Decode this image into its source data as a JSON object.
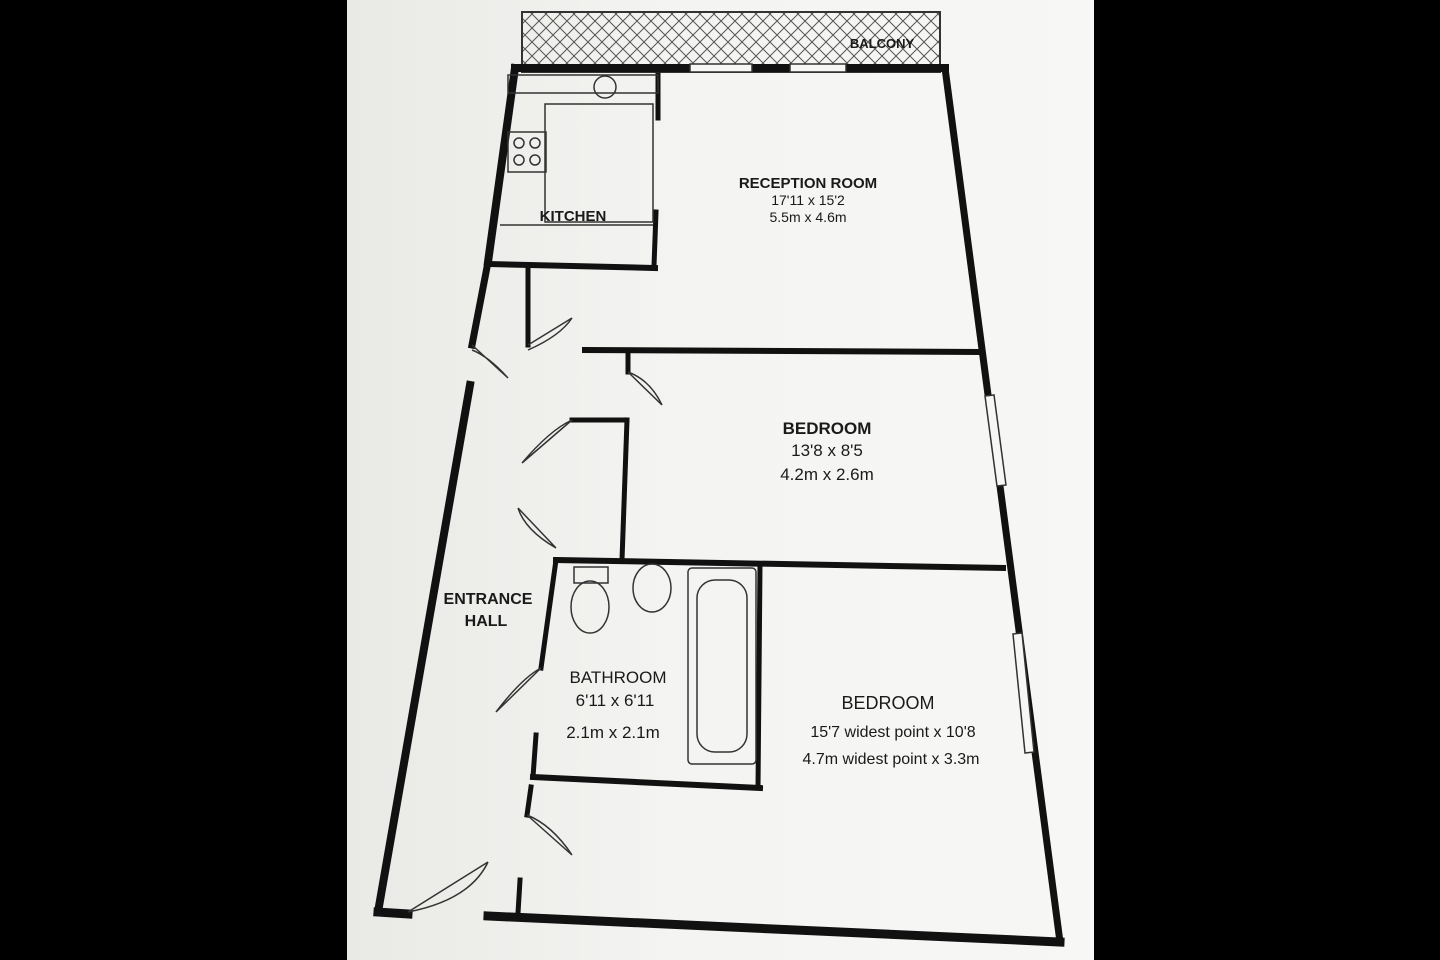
{
  "floorplan": {
    "balcony": {
      "name": "BALCONY"
    },
    "kitchen": {
      "name": "KITCHEN"
    },
    "reception": {
      "name": "RECEPTION ROOM",
      "size_imperial": "17'11 x 15'2",
      "size_metric": "5.5m x 4.6m"
    },
    "bedroom1": {
      "name": "BEDROOM",
      "size_imperial": "13'8 x 8'5",
      "size_metric": "4.2m x 2.6m"
    },
    "hall": {
      "name_line1": "ENTRANCE",
      "name_line2": "HALL"
    },
    "bathroom": {
      "name": "BATHROOM",
      "size_imperial": "6'11 x 6'11",
      "size_metric": "2.1m x 2.1m"
    },
    "bedroom2": {
      "name": "BEDROOM",
      "size_imperial": "15'7 widest point x 10'8",
      "size_metric": "4.7m widest point x 3.3m"
    }
  },
  "colors": {
    "background": "#000000",
    "paper": "#f4f4f2",
    "walls": "#111111"
  }
}
